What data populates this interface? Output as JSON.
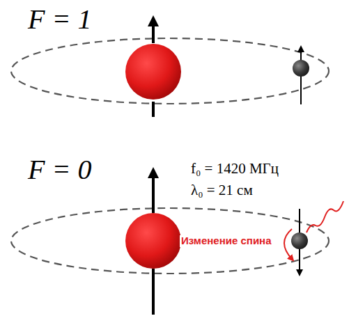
{
  "diagram": {
    "labels": [
      "F = 1",
      "F = 0",
      "f₀ = 1420 МГц",
      "λ₀ = 21 см",
      "Изменение спина"
    ]
  }
}
